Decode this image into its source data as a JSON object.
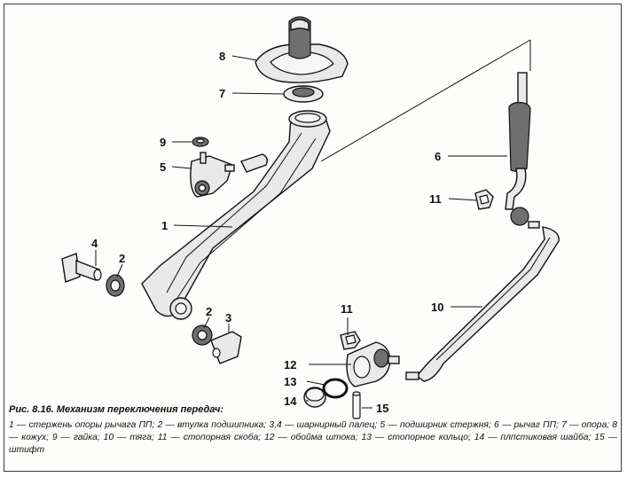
{
  "figure": {
    "labels": [
      "1",
      "2",
      "2",
      "3",
      "4",
      "5",
      "6",
      "7",
      "8",
      "9",
      "10",
      "11",
      "11",
      "12",
      "13",
      "14",
      "15"
    ],
    "caption_title": "Рис. 8.16. Механизм переключения передач:",
    "caption_legend": "1 — стержень опоры рычага ПП; 2 — втулка подшипника; 3,4 — шарнирный палец; 5 — подширник стержня; 6 — рычаг ПП; 7 — опора; 8 — кожух; 9 — гайка; 10 — тяга; 11 — стопорная скоба; 12 — обойма штока; 13 — стопорное кольцо; 14 — плпстиковая шайба; 15 — штифт"
  }
}
